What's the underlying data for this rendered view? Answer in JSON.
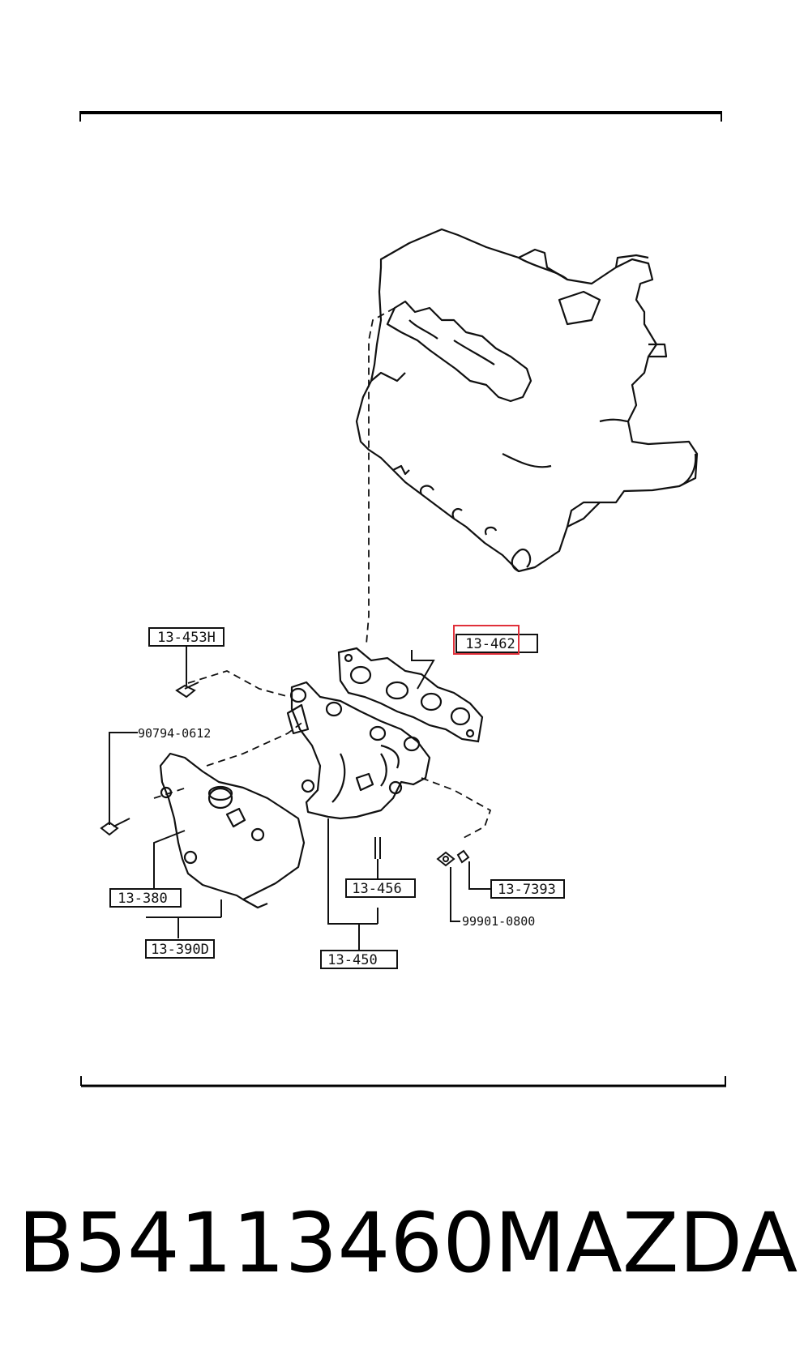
{
  "diagram": {
    "labels": {
      "l453h": "13-453H",
      "l462": "13-462",
      "l380": "13-380",
      "l390d": "13-390D",
      "l456": "13-456",
      "l450": "13-450",
      "l7393": "13-7393"
    },
    "refs": {
      "r90794": "90794-0612",
      "r99901": "99901-0800"
    },
    "highlight_color": "#e0303a"
  },
  "caption": {
    "part_number": "B54113460",
    "brand": "MAZDA"
  }
}
